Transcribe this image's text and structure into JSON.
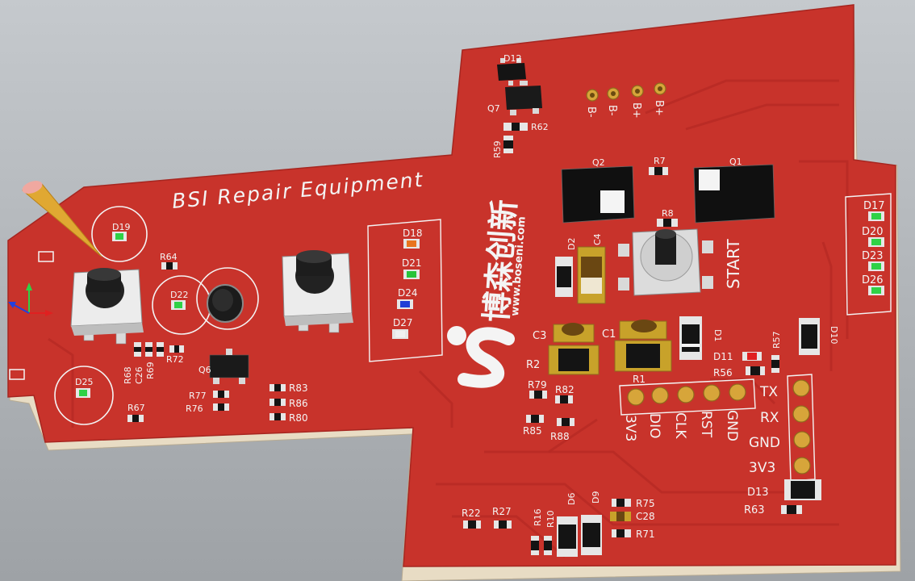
{
  "board": {
    "title": "BSI Repair Equipment",
    "brand_cn": "博森创新",
    "url": "www.boseni.com",
    "start_label": "START"
  },
  "colors": {
    "pcb": "#c8332b",
    "pcb_dark": "#a62620",
    "edge": "#e8dcc4",
    "silk": "#f4f4f4",
    "gold": "#d7a53a"
  },
  "battery_pins": [
    "B-",
    "B-",
    "B+",
    "B+"
  ],
  "debug_pins": [
    "3V3",
    "DIO",
    "CLK",
    "RST",
    "GND"
  ],
  "uart_pins": [
    "TX",
    "RX",
    "GND",
    "3V3"
  ],
  "designators": {
    "leds_right": [
      "D17",
      "D20",
      "D23",
      "D26"
    ],
    "leds_mid": [
      "D18",
      "D21",
      "D24",
      "D27"
    ],
    "left": [
      "D19",
      "R64",
      "D22",
      "R68",
      "C26",
      "R69",
      "R72",
      "Q6",
      "R77",
      "R76",
      "D25",
      "R67"
    ],
    "center": [
      "R83",
      "R86",
      "R80",
      "R79",
      "R82",
      "R85",
      "R88",
      "R22",
      "R27"
    ],
    "top": [
      "D12",
      "Q7",
      "R62",
      "R59",
      "Q2",
      "R7",
      "Q1",
      "R8",
      "D2",
      "C4"
    ],
    "power": [
      "C3",
      "R2",
      "C1",
      "D1",
      "R1",
      "D11",
      "R57",
      "R56",
      "D10",
      "D13",
      "R63"
    ],
    "bottom": [
      "R16",
      "R10",
      "D6",
      "D9",
      "R75",
      "C28",
      "R71"
    ]
  },
  "led_colors": {
    "D18": "#e8741e",
    "D21": "#27c43a",
    "D24": "#1f3fd6",
    "D27": "#f0f0f0",
    "D11": "#e02020",
    "green": "#2fd146"
  }
}
